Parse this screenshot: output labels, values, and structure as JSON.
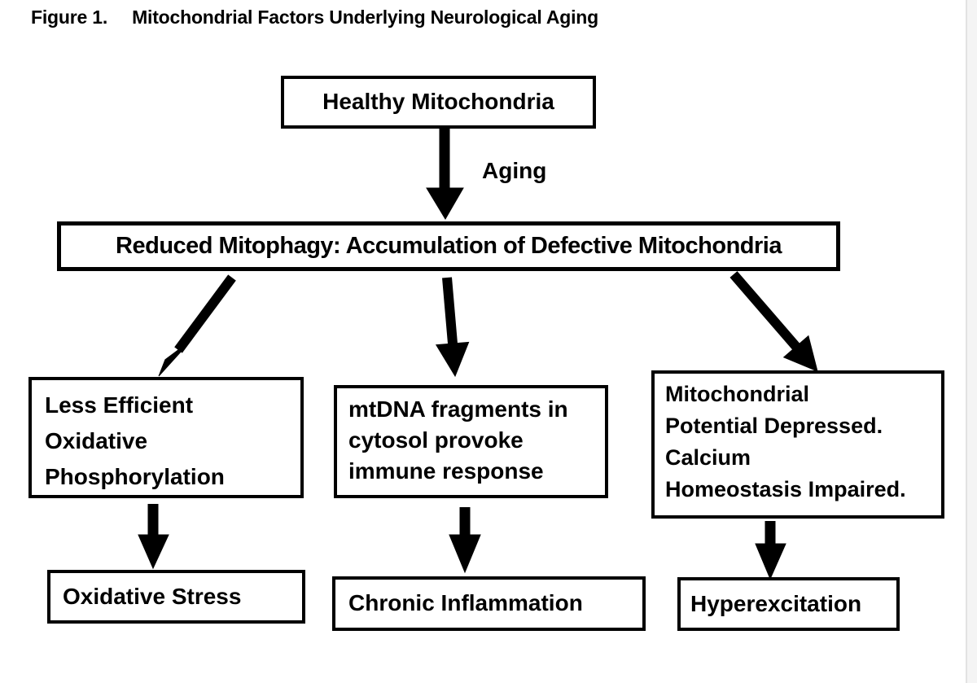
{
  "figure": {
    "label": "Figure 1.",
    "title": "Mitochondrial Factors Underlying Neurological Aging"
  },
  "nodes": {
    "healthy": {
      "text": "Healthy Mitochondria"
    },
    "reduced": {
      "text": "Reduced Mitophagy: Accumulation of Defective Mitochondria"
    },
    "oxphos": {
      "lines": [
        "Less Efficient",
        "Oxidative",
        "Phosphorylation"
      ]
    },
    "mtdna": {
      "lines": [
        "mtDNA fragments in",
        "cytosol provoke",
        "immune response"
      ]
    },
    "potential": {
      "lines": [
        "Mitochondrial",
        "Potential Depressed.",
        "Calcium",
        "Homeostasis Impaired."
      ]
    },
    "oxstress": {
      "text": "Oxidative Stress"
    },
    "inflammation": {
      "text": "Chronic Inflammation"
    },
    "hyper": {
      "text": "Hyperexcitation"
    }
  },
  "edges": {
    "aging_label": "Aging"
  },
  "colors": {
    "ink": "#000000",
    "background": "#ffffff",
    "page_edge": "#f4f4f4"
  }
}
